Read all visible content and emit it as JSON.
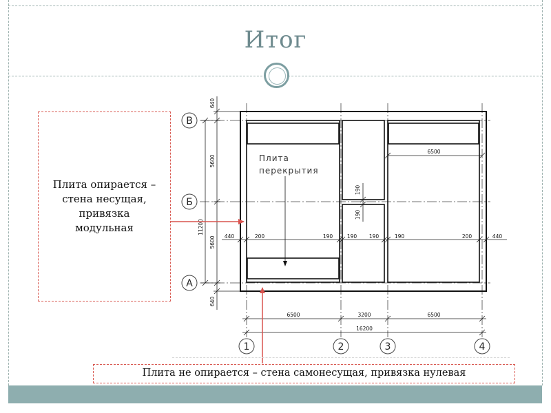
{
  "slide": {
    "title": "Итог"
  },
  "notes": {
    "left": [
      "Плита опирается –",
      "стена несущая,",
      "привязка",
      "модульная"
    ],
    "bottom": "Плита не опирается – стена самонесущая, привязка нулевая"
  },
  "drawing": {
    "plate_label": [
      "Плита",
      "перекрытия"
    ],
    "axes_vertical": [
      "В",
      "Б",
      "А"
    ],
    "axes_horizontal": [
      "1",
      "2",
      "3",
      "4"
    ],
    "dims": {
      "top_640": "640",
      "bottom_640": "640",
      "left_5600_top": "5600",
      "left_5600_bottom": "5600",
      "left_11200": "11200",
      "span_6500_a": "6500",
      "span_3200": "3200",
      "span_6500_b": "6500",
      "total_16200": "16200",
      "inner_6500": "6500",
      "w440_left": "440",
      "w200_left": "200",
      "w190_a": "190",
      "w190_b": "190",
      "w190_c": "190",
      "w190_d": "190",
      "w200_right": "200",
      "w440_right": "440",
      "v190_a": "190",
      "v190_b": "190"
    }
  },
  "colors": {
    "accent": "#7c9ea1",
    "band": "#8eaeaf",
    "title": "#6f8b8f",
    "note_border": "#d95a52",
    "arrow": "#d9534f"
  }
}
